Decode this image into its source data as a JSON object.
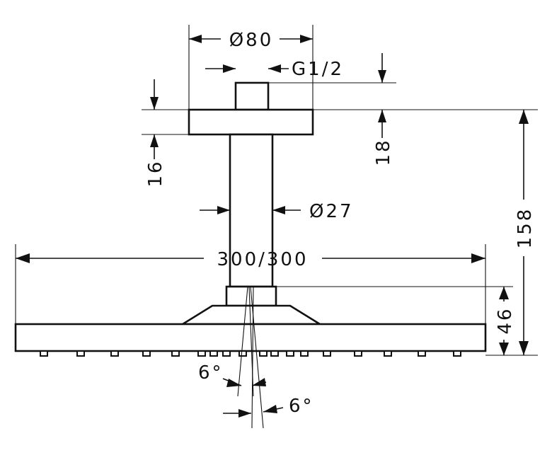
{
  "labels": {
    "flange_diameter": "Ø80",
    "thread": "G1/2",
    "flange_height": "16",
    "ceiling_offset": "18",
    "arm_diameter": "Ø27",
    "head_size": "300/300",
    "total_height": "158",
    "head_height": "46",
    "spray_angle_1": "6°",
    "spray_angle_2": "6°"
  }
}
